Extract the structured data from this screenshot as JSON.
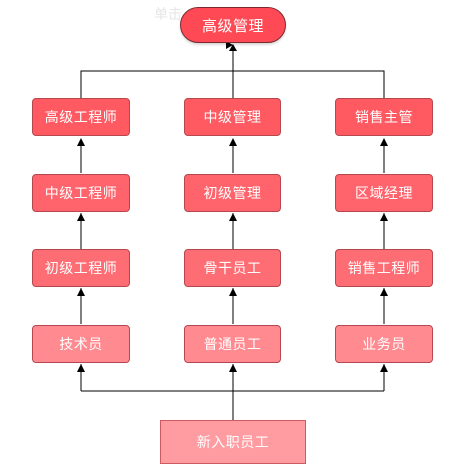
{
  "diagram": {
    "faint_overlay_text": "单击",
    "top_node": {
      "label": "高级管理"
    },
    "columns": [
      {
        "nodes": [
          "高级工程师",
          "中级工程师",
          "初级工程师",
          "技术员"
        ]
      },
      {
        "nodes": [
          "中级管理",
          "初级管理",
          "骨干员工",
          "普通员工"
        ]
      },
      {
        "nodes": [
          "销售主管",
          "区域经理",
          "销售工程师",
          "业务员"
        ]
      }
    ],
    "bottom_node": {
      "label": "新入职员工"
    },
    "colors": {
      "top": "#ff4a55",
      "row1": "#ff5a62",
      "row2": "#ff636b",
      "row3": "#ff6d74",
      "row4": "#ff8a90",
      "bottom": "#ff9ca1",
      "arrow": "#000000"
    }
  }
}
